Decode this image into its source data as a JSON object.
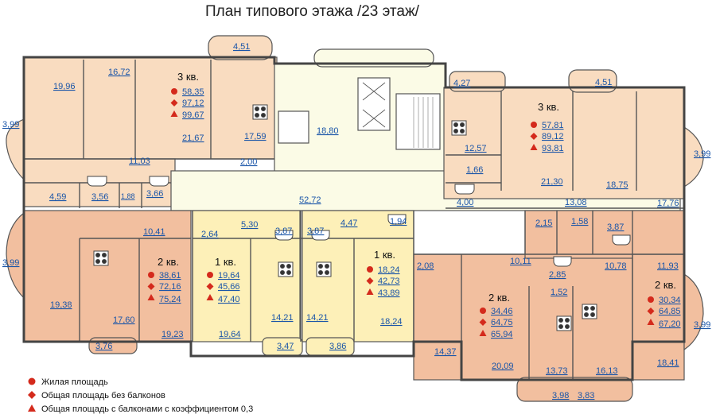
{
  "title": "План типового этажа  /23 этаж/",
  "colors": {
    "wall": "#555555",
    "room_1kv": "#fdf0b8",
    "room_3kv": "#f9dcc0",
    "room_2kv": "#f2bf9f",
    "corridor": "#fbfbe6",
    "area_text": "#1a55a8",
    "marker": "#d42a1c"
  },
  "areas": [
    "4,51",
    "16,72",
    "19,96",
    "17,59",
    "21,67",
    "2,00",
    "11,03",
    "3,99",
    "18,80",
    "4,27",
    "4,51",
    "12,57",
    "1,66",
    "21,30",
    "13,08",
    "18,75",
    "17,76",
    "3,99",
    "4,00",
    "4,59",
    "3,56",
    "1,88",
    "3,66",
    "52,72",
    "10,41",
    "2,64",
    "5,30",
    "3,87",
    "3,87",
    "4,47",
    "1,94",
    "2,15",
    "1,58",
    "3,87",
    "3,99",
    "19,38",
    "17,60",
    "19,23",
    "3,76",
    "19,64",
    "14,21",
    "3,47",
    "14,21",
    "3,86",
    "18,24",
    "2,08",
    "10,11",
    "2,85",
    "10,78",
    "11,93",
    "1,52",
    "14,37",
    "20,09",
    "13,73",
    "16,13",
    "18,41",
    "3,99",
    "3,98",
    "3,83"
  ],
  "apartments": [
    {
      "label": "3 кв.",
      "living": "58,35",
      "total": "97,12",
      "with_balconies": "99,67"
    },
    {
      "label": "3 кв.",
      "living": "57,81",
      "total": "89,12",
      "with_balconies": "93,81"
    },
    {
      "label": "2 кв.",
      "living": "38,61",
      "total": "72,16",
      "with_balconies": "75,24"
    },
    {
      "label": "1 кв.",
      "living": "19,64",
      "total": "45,66",
      "with_balconies": "47,40"
    },
    {
      "label": "1 кв.",
      "living": "18,24",
      "total": "42,73",
      "with_balconies": "43,89"
    },
    {
      "label": "2 кв.",
      "living": "34,46",
      "total": "64,75",
      "with_balconies": "65,94"
    },
    {
      "label": "2 кв.",
      "living": "30,34",
      "total": "64,85",
      "with_balconies": "67,20"
    }
  ],
  "legend": [
    {
      "marker": "circle",
      "text": "Жилая площадь"
    },
    {
      "marker": "diamond",
      "text": "Общая площадь без балконов"
    },
    {
      "marker": "triangle",
      "text": "Общая площадь с балконами с коэффициентом 0,3"
    }
  ]
}
